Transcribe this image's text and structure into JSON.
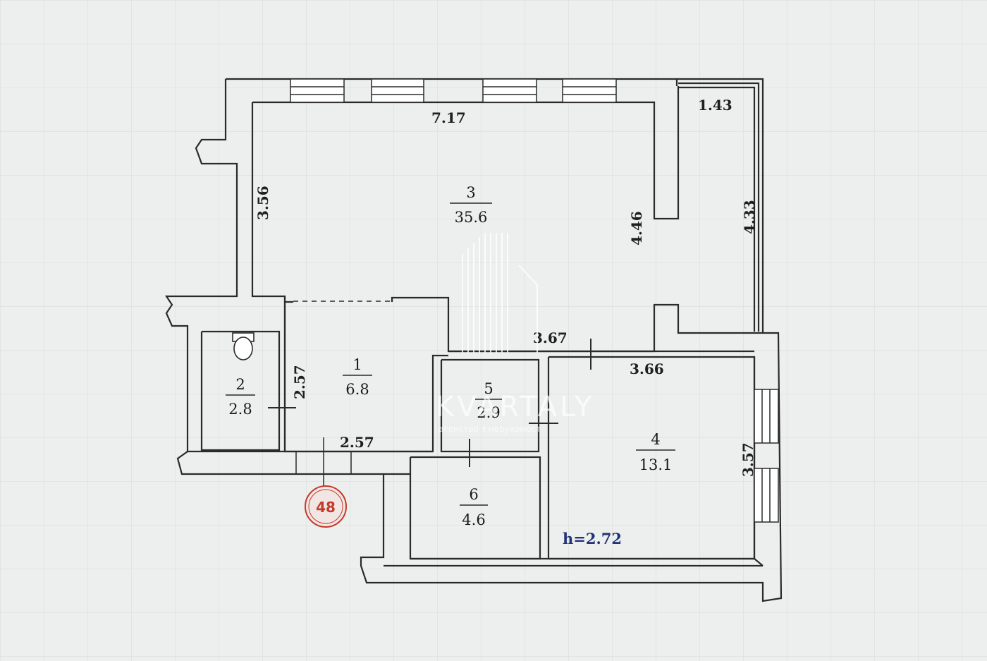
{
  "dimensions": {
    "top_width": "7.17",
    "balcony_width": "1.43",
    "left_height": "3.56",
    "balcony_height": "4.46",
    "balcony_outer": "4.33",
    "corridor_width": "3.67",
    "room4_width": "3.66",
    "room1_height": "2.57",
    "room1_width": "2.57",
    "room4_height": "3.57"
  },
  "rooms": [
    {
      "number": "3",
      "area": "35.6"
    },
    {
      "number": "1",
      "area": "6.8"
    },
    {
      "number": "2",
      "area": "2.8"
    },
    {
      "number": "5",
      "area": "2.9"
    },
    {
      "number": "6",
      "area": "4.6"
    },
    {
      "number": "4",
      "area": "13.1"
    }
  ],
  "ceiling_height": "h=2.72",
  "apartment_badge": "48",
  "watermark": {
    "brand": "KVARTALY",
    "tagline": "агенство з нерухомост"
  },
  "colors": {
    "background": "#ecefee",
    "grid": "#d3d9d8",
    "wall": "#2a2a2a",
    "badge": "#c43b2b",
    "height_label": "#22327a"
  }
}
